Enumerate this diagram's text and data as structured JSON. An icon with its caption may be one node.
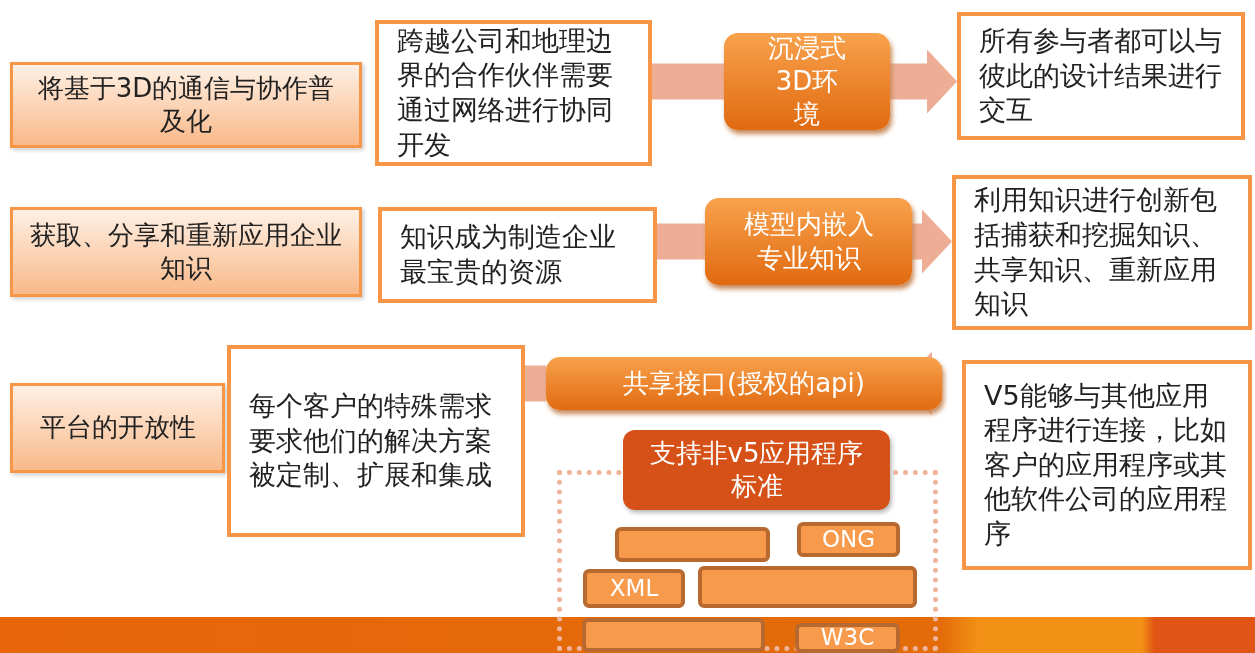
{
  "diagram": {
    "nodes": [
      {
        "text": [
          "将基于3D的通信与协作普及化"
        ]
      },
      {
        "text": [
          "跨越公司和地理边界的合作伙伴需要通过网络进行协同开发"
        ]
      },
      {
        "text": [
          "沉浸式3D环境"
        ]
      },
      {
        "text": [
          "所有参与者都可以与彼此的设计结果进行交互"
        ]
      },
      {
        "text": [
          "获取、分享和重新应用企业知识"
        ]
      },
      {
        "text": [
          "知识成为制造企业最宝贵的资源"
        ]
      },
      {
        "text": [
          "模型内嵌入专业知识"
        ]
      },
      {
        "text": [
          "利用知识进行创新包括捕获和挖掘知识、共享知识、重新应用知识"
        ]
      },
      {
        "text": [
          "平台的开放性"
        ]
      },
      {
        "text": [
          "每个客户的特殊需求要求他们的解决方案被定制、扩展和集成"
        ]
      },
      {
        "text": [
          "共享接口(授权的api)"
        ]
      },
      {
        "text": [
          "V5能够与其他应用程序进行连接，比如客户的应用程序或其他软件公司的应用程序"
        ]
      },
      {
        "text": [],
        "shape": "box"
      },
      {
        "text": [
          "支持非v5应用程序标准"
        ]
      },
      {
        "text": [],
        "shape": "box",
        "in": 12
      },
      {
        "text": [
          "ONG"
        ],
        "in": 12
      },
      {
        "text": [
          "XML"
        ],
        "in": 12
      },
      {
        "text": [],
        "shape": "box",
        "in": 12
      },
      {
        "text": [],
        "shape": "box",
        "in": 12
      },
      {
        "text": [
          "W3C"
        ],
        "in": 12
      }
    ],
    "edges": [
      {
        "from": 1,
        "to": 2,
        "arrow": "none"
      },
      {
        "from": 2,
        "to": 3,
        "arrow": "to"
      },
      {
        "from": 5,
        "to": 6,
        "arrow": "none"
      },
      {
        "from": 6,
        "to": 7,
        "arrow": "to"
      },
      {
        "from": 9,
        "to": 10,
        "arrow": "none"
      },
      {
        "from": 10,
        "to": 11,
        "arrow": "to"
      }
    ]
  }
}
